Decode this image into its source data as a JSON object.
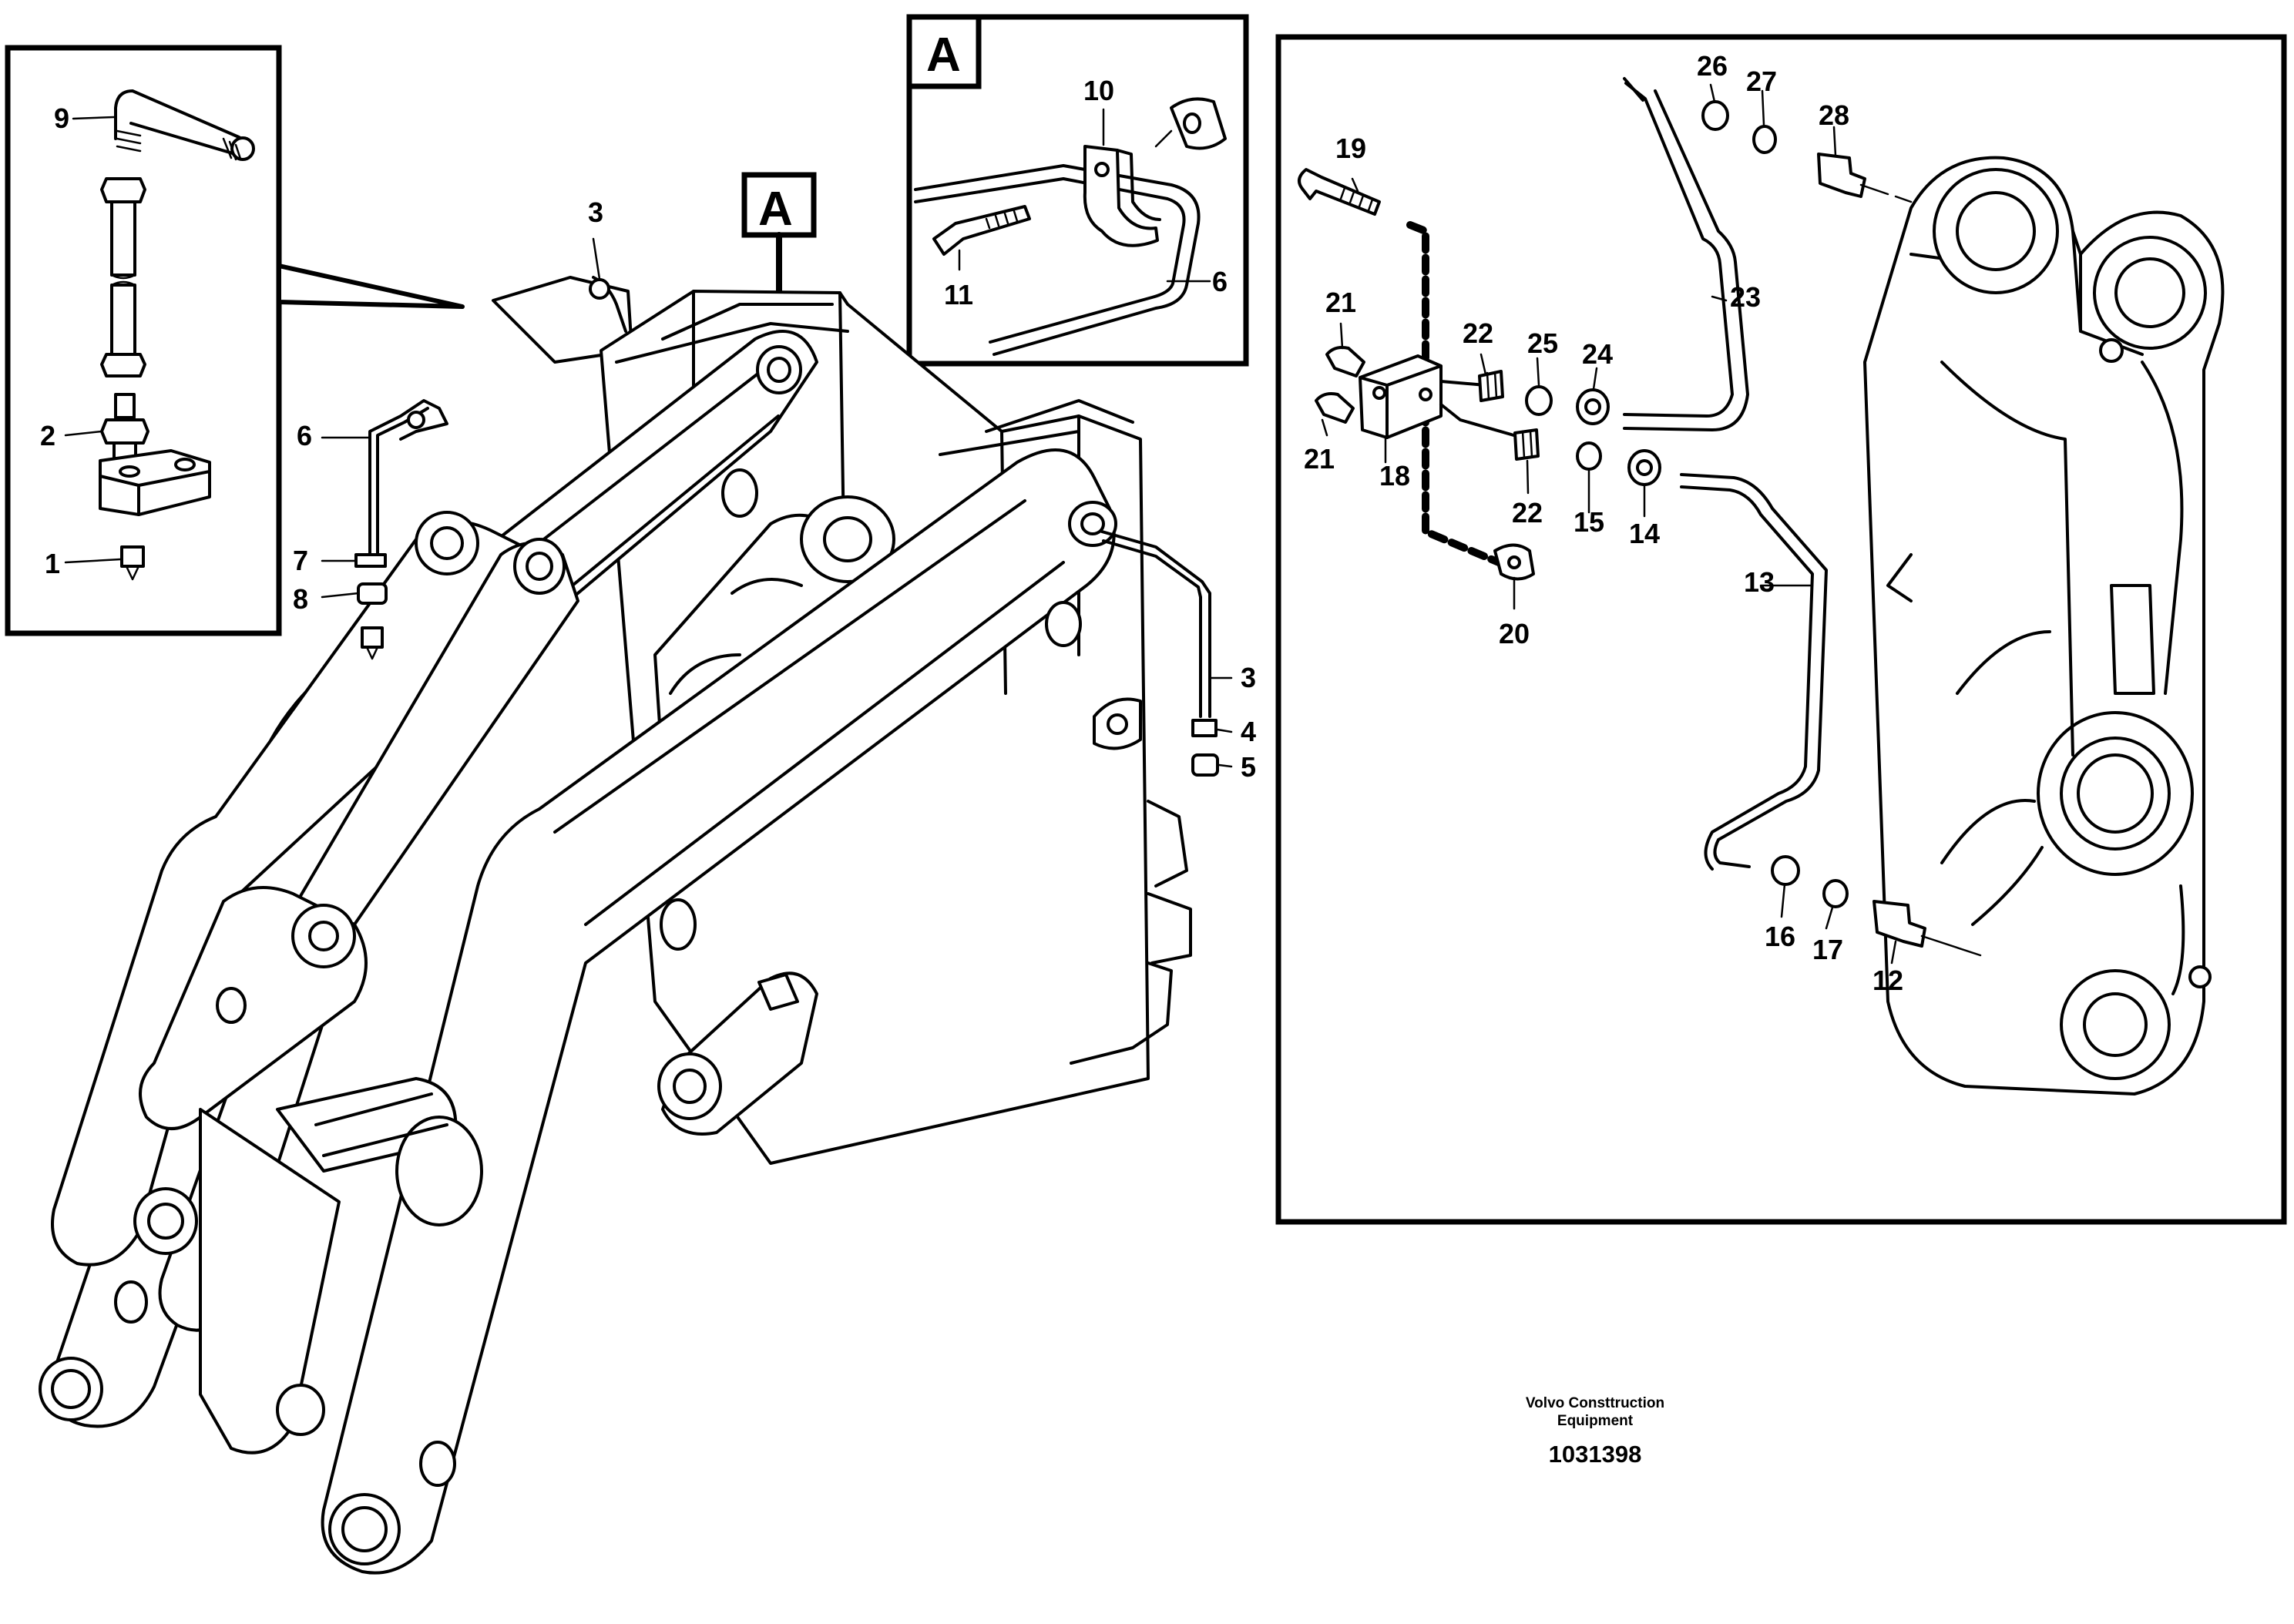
{
  "callouts": {
    "main": [
      {
        "id": "m1",
        "text": "1"
      },
      {
        "id": "m2",
        "text": "2"
      },
      {
        "id": "m9",
        "text": "9"
      },
      {
        "id": "m3a",
        "text": "3"
      },
      {
        "id": "m6",
        "text": "6"
      },
      {
        "id": "m7",
        "text": "7"
      },
      {
        "id": "m8",
        "text": "8"
      },
      {
        "id": "m3b",
        "text": "3"
      },
      {
        "id": "m4",
        "text": "4"
      },
      {
        "id": "m5",
        "text": "5"
      }
    ],
    "detail_a": [
      {
        "id": "a10",
        "text": "10"
      },
      {
        "id": "a11",
        "text": "11"
      },
      {
        "id": "a6",
        "text": "6"
      }
    ],
    "right": [
      {
        "id": "r19",
        "text": "19"
      },
      {
        "id": "r21a",
        "text": "21"
      },
      {
        "id": "r21b",
        "text": "21"
      },
      {
        "id": "r18",
        "text": "18"
      },
      {
        "id": "r22a",
        "text": "22"
      },
      {
        "id": "r25",
        "text": "25"
      },
      {
        "id": "r24",
        "text": "24"
      },
      {
        "id": "r22b",
        "text": "22"
      },
      {
        "id": "r15",
        "text": "15"
      },
      {
        "id": "r14",
        "text": "14"
      },
      {
        "id": "r20",
        "text": "20"
      },
      {
        "id": "r23",
        "text": "23"
      },
      {
        "id": "r26",
        "text": "26"
      },
      {
        "id": "r27",
        "text": "27"
      },
      {
        "id": "r28",
        "text": "28"
      },
      {
        "id": "r13",
        "text": "13"
      },
      {
        "id": "r16",
        "text": "16"
      },
      {
        "id": "r17",
        "text": "17"
      },
      {
        "id": "r12",
        "text": "12"
      }
    ]
  },
  "view_markers": {
    "detail_box": "A",
    "main_arrow": "A"
  },
  "footer": {
    "line1": "Volvo Consttruction",
    "line2": "Equipment",
    "drawing_number": "1031398"
  }
}
